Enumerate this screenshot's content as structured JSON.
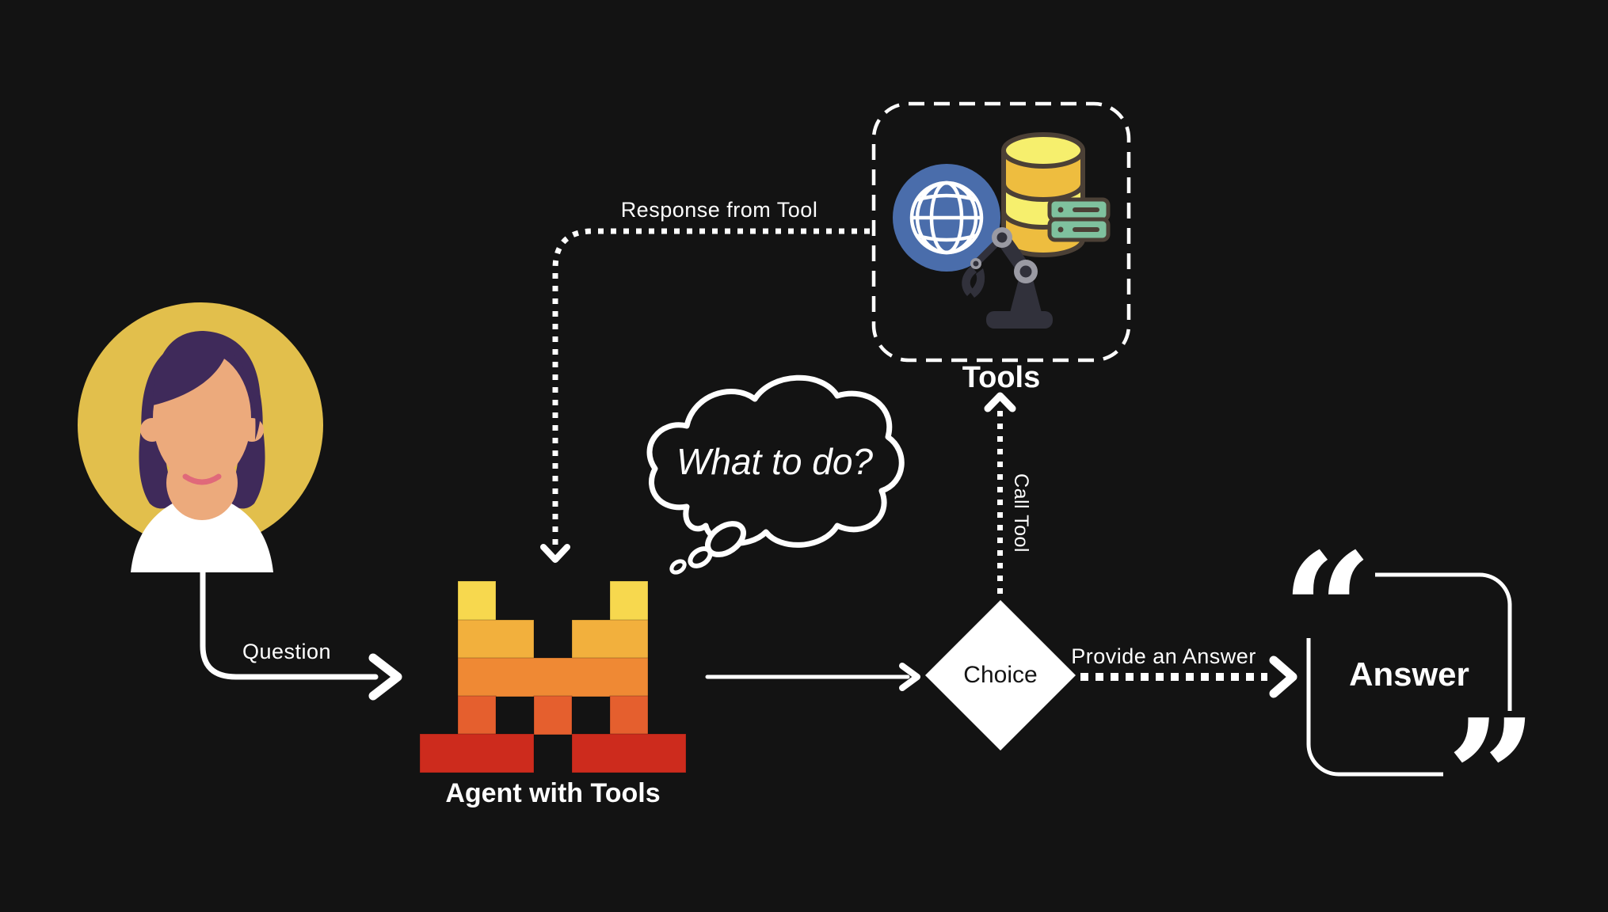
{
  "background": "#131313",
  "nodes": {
    "user": {
      "type": "avatar"
    },
    "agent": {
      "label": "Agent with Tools"
    },
    "thought": {
      "label": "What to do?"
    },
    "tools": {
      "label": "Tools"
    },
    "choice": {
      "label": "Choice"
    },
    "answer": {
      "label": "Answer",
      "open_quote": "“",
      "close_quote": "”"
    }
  },
  "edges": {
    "question": {
      "label": "Question",
      "style": "solid"
    },
    "call_tool": {
      "label": "Call Tool",
      "style": "dotted"
    },
    "provide_answer": {
      "label": "Provide an Answer",
      "style": "dotted"
    },
    "response_from_tool": {
      "label": "Response from Tool",
      "style": "dotted"
    }
  },
  "colors": {
    "background": "#131313",
    "white": "#ffffff",
    "avatar_circle": "#e2bf4c",
    "avatar_hair": "#3f2a5a",
    "avatar_skin": "#ecaa7c",
    "avatar_collar": "#e0697a",
    "agent_yellow": "#f7d84e",
    "agent_amber": "#f2b03d",
    "agent_orange": "#ef8934",
    "agent_dark_orange": "#e55f2e",
    "agent_red": "#cd2b1d",
    "globe_blue": "#4a6dab",
    "db_light": "#f6ef6d",
    "db_gold": "#eebd3f",
    "icon_outline": "#4b4036",
    "server_green": "#7fc19e",
    "robot_dark": "#31313b",
    "robot_joint": "#9a9aa3",
    "choice_text": "#141414"
  }
}
